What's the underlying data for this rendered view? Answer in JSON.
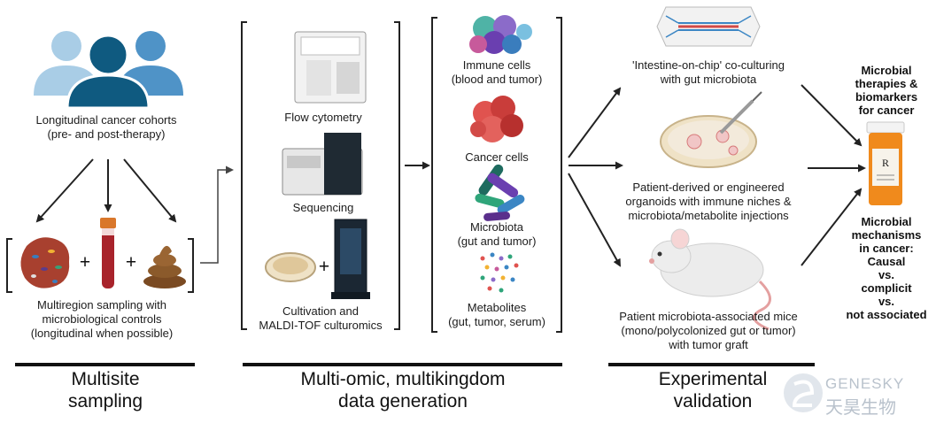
{
  "sampling": {
    "cohort_label": [
      "Longitudinal cancer cohorts",
      "(pre- and post-therapy)"
    ],
    "multiregion_label": [
      "Multiregion sampling with",
      "microbiological controls",
      "(longitudinal when possible)"
    ],
    "plus": "+"
  },
  "generation": {
    "flow_label": "Flow cytometry",
    "seq_label": "Sequencing",
    "culture_label": [
      "Cultivation and",
      "MALDI-TOF culturomics"
    ]
  },
  "data_types": {
    "immune": [
      "Immune cells",
      "(blood and tumor)"
    ],
    "cancer": "Cancer cells",
    "microbiota": [
      "Microbiota",
      "(gut and tumor)"
    ],
    "metabolites": [
      "Metabolites",
      "(gut, tumor, serum)"
    ]
  },
  "validation": {
    "chip": [
      "'Intestine-on-chip' co-culturing",
      "with gut microbiota"
    ],
    "organoids": [
      "Patient-derived or engineered",
      "organoids with immune niches &",
      "microbiota/metabolite injections"
    ],
    "mice": [
      "Patient microbiota-associated mice",
      "(mono/polycolonized gut or tumor)",
      "with tumor graft"
    ]
  },
  "outcome": {
    "therapies": [
      "Microbial",
      "therapies &",
      "biomarkers",
      "for cancer"
    ],
    "mechanisms": [
      "Microbial",
      "mechanisms",
      "in cancer:",
      "Causal",
      "vs.",
      "complicit",
      "vs.",
      "not associated"
    ],
    "rx_mark": "R"
  },
  "sections": {
    "s1": [
      "Multisite",
      "sampling"
    ],
    "s2": [
      "Multi-omic, multikingdom",
      "data generation"
    ],
    "s3": [
      "Experimental",
      "validation"
    ]
  },
  "watermark": {
    "latin": "GENESKY",
    "cjk": "天昊生物"
  },
  "colors": {
    "person_light": "#a9cde6",
    "person_mid": "#4f93c7",
    "person_dark": "#0f5a80",
    "tumor": "#a8402f",
    "blood_tube": "#a8232b",
    "cap": "#d9772b",
    "stool": "#8b5a2b",
    "pill_bottle": "#f08a1c",
    "line": "#222222"
  }
}
